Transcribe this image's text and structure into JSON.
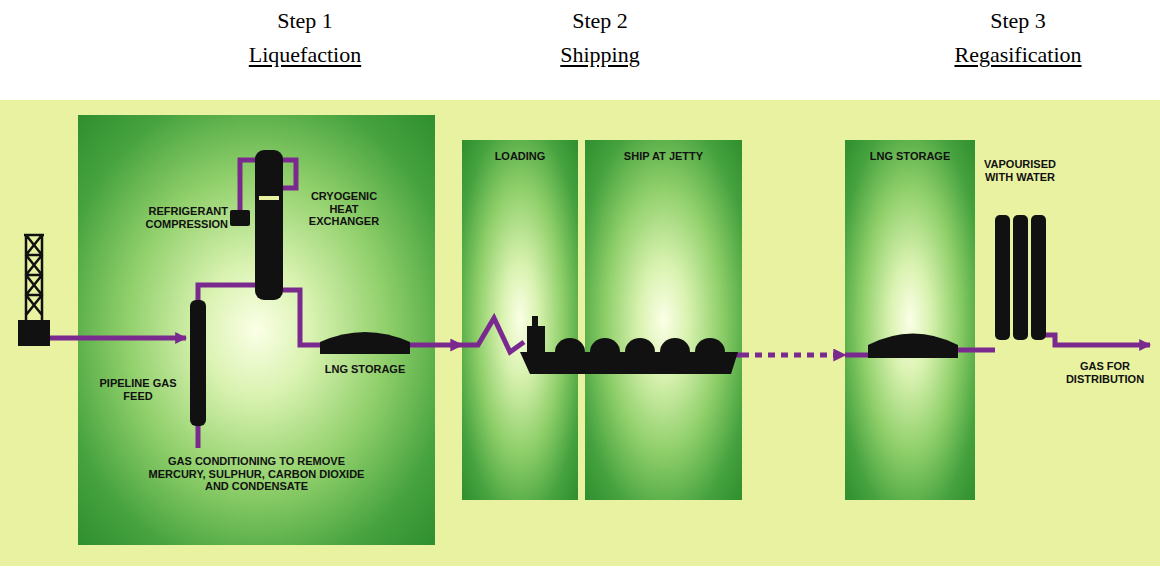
{
  "diagram": {
    "nodes": [
      {
        "text": [
          "VAPOURISED WITH WATER",
          "GAS FOR DISTRIBUTION"
        ]
      },
      {
        "text": [
          "REFRIGERANT COMPRESSION",
          "CRYOGENIC HEAT EXCHANGER",
          "PIPELINE GAS FEED",
          "LNG STORAGE",
          "GAS CONDITIONING TO REMOVE MERCURY, SULPHUR, CARBON DIOXIDE AND CONDENSATE"
        ],
        "in": 0
      },
      {
        "text": [
          "LOADING"
        ],
        "in": 0
      },
      {
        "text": [
          "SHIP AT JETTY"
        ],
        "in": 0
      },
      {
        "text": [
          "LNG STORAGE"
        ],
        "in": 0
      }
    ],
    "edges": [
      {
        "from": 1,
        "to": 2,
        "arrow": "to"
      },
      {
        "from": 3,
        "to": 4,
        "arrow": "to"
      }
    ],
    "labels": [
      "Step 1",
      "Liquefaction",
      "Step 2",
      "Shipping",
      "Step 3",
      "Regasification"
    ]
  }
}
